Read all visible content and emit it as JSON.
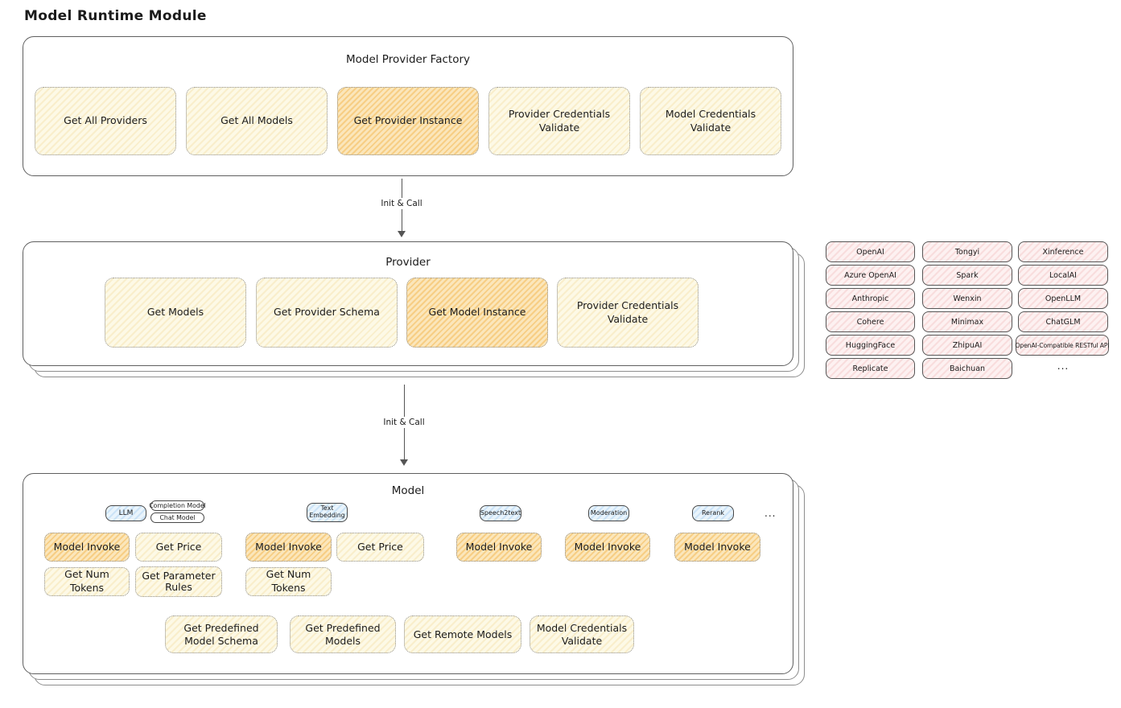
{
  "page_title": "Model Runtime Module",
  "colors": {
    "yellow_fill": "#fdf9e6",
    "orange_highlight_fill": "#fbe8c0",
    "pink_fill": "#fdf1f1",
    "blue_fill": "#e9f4fc",
    "stroke": "#5f5f5f"
  },
  "arrows": {
    "init_call_1": "Init & Call",
    "init_call_2": "Init & Call"
  },
  "factory": {
    "title": "Model Provider Factory",
    "boxes": [
      "Get All Providers",
      "Get All Models",
      "Get Provider Instance",
      "Provider Credentials Validate",
      "Model Credentials Validate"
    ]
  },
  "provider": {
    "title": "Provider",
    "boxes": [
      "Get Models",
      "Get Provider Schema",
      "Get Model Instance",
      "Provider Credentials Validate"
    ]
  },
  "providers_grid": {
    "rows": [
      [
        "OpenAI",
        "Tongyi",
        "Xinference"
      ],
      [
        "Azure OpenAI",
        "Spark",
        "LocalAI"
      ],
      [
        "Anthropic",
        "Wenxin",
        "OpenLLM"
      ],
      [
        "Cohere",
        "Minimax",
        "ChatGLM"
      ],
      [
        "HuggingFace",
        "ZhipuAI",
        "OpenAI-Compatible RESTful API"
      ],
      [
        "Replicate",
        "Baichuan"
      ]
    ],
    "more": "..."
  },
  "model": {
    "title": "Model",
    "types": {
      "llm": "LLM",
      "completion": "Completion Model",
      "chat": "Chat Model",
      "text_embedding": "Text Embedding",
      "speech2text": "Speech2text",
      "moderation": "Moderation",
      "rerank": "Rerank",
      "more": "..."
    },
    "functions": {
      "model_invoke": "Model Invoke",
      "get_price": "Get Price",
      "get_num_tokens": "Get Num Tokens",
      "get_parameter_rules": "Get Parameter Rules"
    },
    "bottom": [
      "Get Predefined Model Schema",
      "Get Predefined Models",
      "Get Remote Models",
      "Model Credentials Validate"
    ]
  }
}
